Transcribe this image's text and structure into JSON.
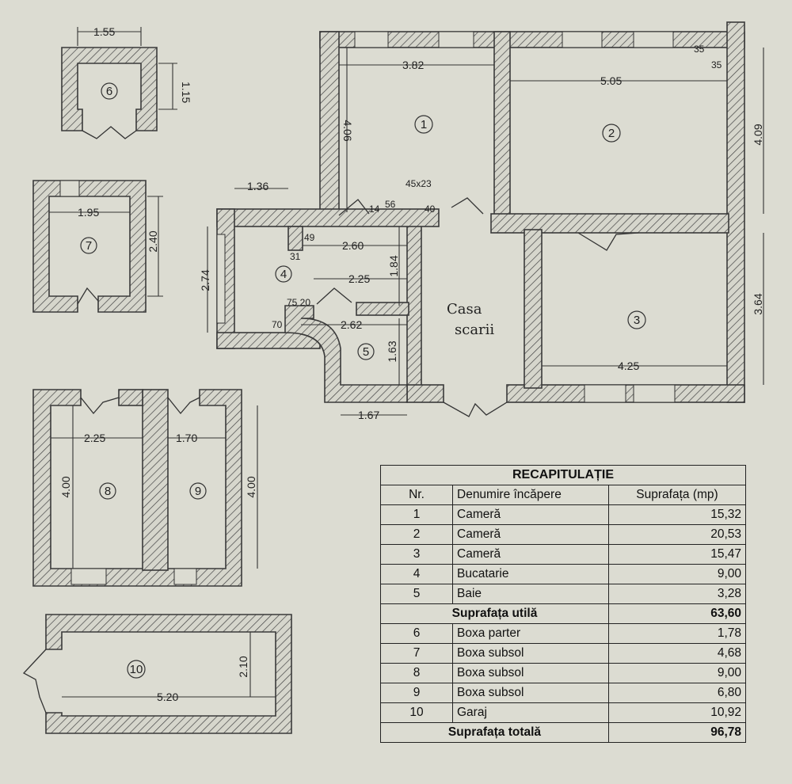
{
  "rooms": [
    {
      "nr": "1",
      "label": "1"
    },
    {
      "nr": "2",
      "label": "2"
    },
    {
      "nr": "3",
      "label": "3"
    },
    {
      "nr": "4",
      "label": "4"
    },
    {
      "nr": "5",
      "label": "5"
    },
    {
      "nr": "6",
      "label": "6"
    },
    {
      "nr": "7",
      "label": "7"
    },
    {
      "nr": "8",
      "label": "8"
    },
    {
      "nr": "9",
      "label": "9"
    },
    {
      "nr": "10",
      "label": "10"
    }
  ],
  "stair_label": {
    "line1": "Casa",
    "line2": "scarii"
  },
  "dimensions": {
    "d155": "1.55",
    "d115": "1.15",
    "d195": "1.95",
    "d240": "2.40",
    "d136": "1.36",
    "d274": "2.74",
    "d382": "3.82",
    "d406": "4.06",
    "d505": "5.05",
    "d409": "4.09",
    "d35a": "35",
    "d35b": "35",
    "d45x23": "45x23",
    "d14": "14",
    "d56": "56",
    "d40": "40",
    "d49": "49",
    "d31": "31",
    "d260": "2.60",
    "d184": "1.84",
    "d225a": "2.25",
    "d7520": "75 20",
    "d70": "70",
    "d262": "2.62",
    "d163": "1.63",
    "d167": "1.67",
    "d364": "3.64",
    "d425": "4.25",
    "d225b": "2.25",
    "d170": "1.70",
    "d400a": "4.00",
    "d400b": "4.00",
    "d520": "5.20",
    "d210": "2.10"
  },
  "recap": {
    "title": "RECAPITULAȚIE",
    "headers": {
      "nr": "Nr.",
      "name": "Denumire încăpere",
      "area": "Suprafața (mp)"
    },
    "rows": [
      {
        "nr": "1",
        "name": "Cameră",
        "area": "15,32"
      },
      {
        "nr": "2",
        "name": "Cameră",
        "area": "20,53"
      },
      {
        "nr": "3",
        "name": "Cameră",
        "area": "15,47"
      },
      {
        "nr": "4",
        "name": "Bucatarie",
        "area": "9,00"
      },
      {
        "nr": "5",
        "name": "Baie",
        "area": "3,28"
      }
    ],
    "useful": {
      "label": "Suprafața utilă",
      "area": "63,60"
    },
    "rows2": [
      {
        "nr": "6",
        "name": "Boxa parter",
        "area": "1,78"
      },
      {
        "nr": "7",
        "name": "Boxa subsol",
        "area": "4,68"
      },
      {
        "nr": "8",
        "name": "Boxa subsol",
        "area": "9,00"
      },
      {
        "nr": "9",
        "name": "Boxa subsol",
        "area": "6,80"
      },
      {
        "nr": "10",
        "name": "Garaj",
        "area": "10,92"
      }
    ],
    "total": {
      "label": "Suprafața totală",
      "area": "96,78"
    }
  }
}
